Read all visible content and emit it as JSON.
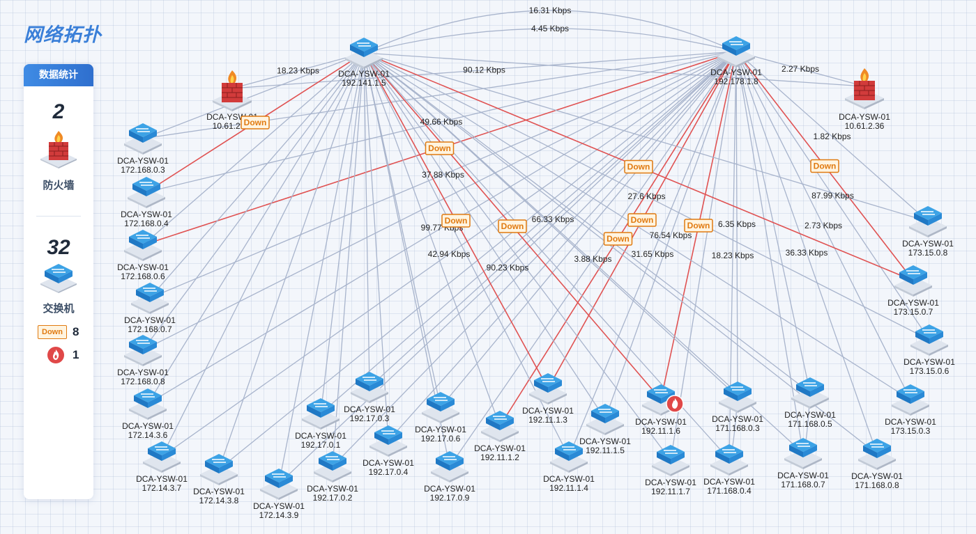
{
  "title": "网络拓扑",
  "stats": {
    "header": "数据统计",
    "firewall_count": "2",
    "firewall_label": "防火墙",
    "switch_count": "32",
    "switch_label": "交换机",
    "down_label": "Down",
    "down_count": "8",
    "alarm_count": "1"
  },
  "colors": {
    "link": "#a8b4cc",
    "link_down": "#e05252",
    "accent": "#3a7fd8",
    "down": "#e07a10",
    "alarm": "#e04848"
  },
  "icons": {
    "switch": "switch-icon",
    "firewall": "firewall-icon",
    "alarm": "fire-icon"
  },
  "topology": {
    "down_text": "Down",
    "nodes": [
      {
        "id": "core1",
        "type": "switch",
        "name": "DCA-YSW-01",
        "ip": "192.141.1.5"
      },
      {
        "id": "core2",
        "type": "switch",
        "name": "DCA-YSW-01",
        "ip": "192.178.1.8"
      },
      {
        "id": "fw1",
        "type": "firewall",
        "name": "DCA-YSW-01",
        "ip": "10.61.2.33"
      },
      {
        "id": "fw2",
        "type": "firewall",
        "name": "DCA-YSW-01",
        "ip": "10.61.2.36"
      },
      {
        "id": "s1",
        "type": "switch",
        "name": "DCA-YSW-01",
        "ip": "172.168.0.3"
      },
      {
        "id": "s2",
        "type": "switch",
        "name": "DCA-YSW-01",
        "ip": "172.168.0.4"
      },
      {
        "id": "s3",
        "type": "switch",
        "name": "DCA-YSW-01",
        "ip": "172.168.0.6"
      },
      {
        "id": "s4",
        "type": "switch",
        "name": "DCA-YSW-01",
        "ip": "172.168.0.7"
      },
      {
        "id": "s5",
        "type": "switch",
        "name": "DCA-YSW-01",
        "ip": "172.168.0.8"
      },
      {
        "id": "s6",
        "type": "switch",
        "name": "DCA-YSW-01",
        "ip": "172.14.3.6"
      },
      {
        "id": "s7",
        "type": "switch",
        "name": "DCA-YSW-01",
        "ip": "172.14.3.7"
      },
      {
        "id": "s8",
        "type": "switch",
        "name": "DCA-YSW-01",
        "ip": "172.14.3.8"
      },
      {
        "id": "s9",
        "type": "switch",
        "name": "DCA-YSW-01",
        "ip": "172.14.3.9"
      },
      {
        "id": "s10",
        "type": "switch",
        "name": "DCA-YSW-01",
        "ip": "192.17.0.1"
      },
      {
        "id": "s11",
        "type": "switch",
        "name": "DCA-YSW-01",
        "ip": "192.17.0.3"
      },
      {
        "id": "s12",
        "type": "switch",
        "name": "DCA-YSW-01",
        "ip": "192.17.0.2"
      },
      {
        "id": "s13",
        "type": "switch",
        "name": "DCA-YSW-01",
        "ip": "192.17.0.4"
      },
      {
        "id": "s14",
        "type": "switch",
        "name": "DCA-YSW-01",
        "ip": "192.17.0.6"
      },
      {
        "id": "s15",
        "type": "switch",
        "name": "DCA-YSW-01",
        "ip": "192.17.0.9"
      },
      {
        "id": "s16",
        "type": "switch",
        "name": "DCA-YSW-01",
        "ip": "192.11.1.2"
      },
      {
        "id": "s17",
        "type": "switch",
        "name": "DCA-YSW-01",
        "ip": "192.11.1.3"
      },
      {
        "id": "s18",
        "type": "switch",
        "name": "DCA-YSW-01",
        "ip": "192.11.1.4"
      },
      {
        "id": "s19",
        "type": "switch",
        "name": "DCA-YSW-01",
        "ip": "192.11.1.5"
      },
      {
        "id": "s20",
        "type": "switch",
        "name": "DCA-YSW-01",
        "ip": "192.11.1.6",
        "alarm": true
      },
      {
        "id": "s21",
        "type": "switch",
        "name": "DCA-YSW-01",
        "ip": "192.11.1.7"
      },
      {
        "id": "s22",
        "type": "switch",
        "name": "DCA-YSW-01",
        "ip": "171.168.0.3"
      },
      {
        "id": "s23",
        "type": "switch",
        "name": "DCA-YSW-01",
        "ip": "171.168.0.4"
      },
      {
        "id": "s24",
        "type": "switch",
        "name": "DCA-YSW-01",
        "ip": "171.168.0.5"
      },
      {
        "id": "s25",
        "type": "switch",
        "name": "DCA-YSW-01",
        "ip": "171.168.0.7"
      },
      {
        "id": "s26",
        "type": "switch",
        "name": "DCA-YSW-01",
        "ip": "171.168.0.8"
      },
      {
        "id": "s27",
        "type": "switch",
        "name": "DCA-YSW-01",
        "ip": "173.15.0.3"
      },
      {
        "id": "s28",
        "type": "switch",
        "name": "DCA-YSW-01",
        "ip": "173.15.0.6"
      },
      {
        "id": "s29",
        "type": "switch",
        "name": "DCA-YSW-01",
        "ip": "173.15.0.7"
      },
      {
        "id": "s30",
        "type": "switch",
        "name": "DCA-YSW-01",
        "ip": "173.15.0.8"
      }
    ],
    "links": [
      {
        "from": "core1",
        "to": "core2",
        "label": "16.31 Kbps",
        "curve": -60
      },
      {
        "from": "core1",
        "to": "core2",
        "label": "4.45 Kbps",
        "curve": -34
      },
      {
        "from": "core1",
        "to": "fw1",
        "label": "18.23 Kbps"
      },
      {
        "from": "core2",
        "to": "fw2",
        "label": "2.27 Kbps"
      },
      {
        "from": "core1",
        "to": "fw2"
      },
      {
        "from": "core2",
        "to": "fw1",
        "label": "90.12 Kbps"
      },
      {
        "from": "core1",
        "to": "s1"
      },
      {
        "from": "core2",
        "to": "s1"
      },
      {
        "from": "core1",
        "to": "s2",
        "status": "down"
      },
      {
        "from": "core2",
        "to": "s2",
        "label": "49.66 Kbps"
      },
      {
        "from": "core1",
        "to": "s3"
      },
      {
        "from": "core2",
        "to": "s3",
        "status": "down"
      },
      {
        "from": "core1",
        "to": "s4"
      },
      {
        "from": "core2",
        "to": "s4",
        "label": "37.88 Kbps"
      },
      {
        "from": "core1",
        "to": "s5"
      },
      {
        "from": "core2",
        "to": "s5"
      },
      {
        "from": "core1",
        "to": "s6"
      },
      {
        "from": "core2",
        "to": "s6",
        "label": "99.77 Kbps"
      },
      {
        "from": "core1",
        "to": "s7"
      },
      {
        "from": "core2",
        "to": "s7",
        "label": "42.94 Kbps"
      },
      {
        "from": "core1",
        "to": "s8"
      },
      {
        "from": "core2",
        "to": "s8"
      },
      {
        "from": "core1",
        "to": "s9"
      },
      {
        "from": "core2",
        "to": "s9",
        "label": "90.23 Kbps"
      },
      {
        "from": "core1",
        "to": "s10"
      },
      {
        "from": "core2",
        "to": "s10"
      },
      {
        "from": "core1",
        "to": "s11"
      },
      {
        "from": "core2",
        "to": "s11",
        "label": "66.33 Kbps"
      },
      {
        "from": "core1",
        "to": "s12"
      },
      {
        "from": "core2",
        "to": "s12"
      },
      {
        "from": "core1",
        "to": "s13"
      },
      {
        "from": "core2",
        "to": "s13"
      },
      {
        "from": "core1",
        "to": "s14"
      },
      {
        "from": "core2",
        "to": "s14"
      },
      {
        "from": "core1",
        "to": "s15"
      },
      {
        "from": "core2",
        "to": "s15",
        "label": "3.88 Kbps"
      },
      {
        "from": "core1",
        "to": "s16"
      },
      {
        "from": "core2",
        "to": "s16",
        "status": "down"
      },
      {
        "from": "core1",
        "to": "s17",
        "status": "down"
      },
      {
        "from": "core2",
        "to": "s17",
        "status": "down"
      },
      {
        "from": "core1",
        "to": "s18"
      },
      {
        "from": "core2",
        "to": "s18",
        "label": "31.65 Kbps"
      },
      {
        "from": "core1",
        "to": "s19"
      },
      {
        "from": "core2",
        "to": "s19",
        "label": "76.54 Kbps"
      },
      {
        "from": "core1",
        "to": "s20",
        "status": "down"
      },
      {
        "from": "core2",
        "to": "s20",
        "status": "down"
      },
      {
        "from": "core1",
        "to": "s21"
      },
      {
        "from": "core2",
        "to": "s21"
      },
      {
        "from": "core1",
        "to": "s22"
      },
      {
        "from": "core2",
        "to": "s22",
        "label": "6.35 Kbps"
      },
      {
        "from": "core1",
        "to": "s23"
      },
      {
        "from": "core2",
        "to": "s23",
        "label": "18.23 Kbps"
      },
      {
        "from": "core1",
        "to": "s24"
      },
      {
        "from": "core2",
        "to": "s24"
      },
      {
        "from": "core1",
        "to": "s25"
      },
      {
        "from": "core2",
        "to": "s25"
      },
      {
        "from": "core1",
        "to": "s26"
      },
      {
        "from": "core2",
        "to": "s26",
        "label": "36.33 Kbps"
      },
      {
        "from": "core1",
        "to": "s27"
      },
      {
        "from": "core2",
        "to": "s27",
        "label": "2.73 Kbps"
      },
      {
        "from": "core1",
        "to": "s28",
        "label": "27.6 Kbps"
      },
      {
        "from": "core2",
        "to": "s28",
        "label": "87.99 Kbps"
      },
      {
        "from": "core1",
        "to": "s29",
        "status": "down"
      },
      {
        "from": "core2",
        "to": "s29",
        "status": "down"
      },
      {
        "from": "core1",
        "to": "s30"
      },
      {
        "from": "core2",
        "to": "s30",
        "label": "1.82 Kbps"
      },
      {
        "from": "s22",
        "to": "s23",
        "curve": 18
      },
      {
        "from": "s24",
        "to": "s25",
        "curve": 18
      }
    ]
  }
}
